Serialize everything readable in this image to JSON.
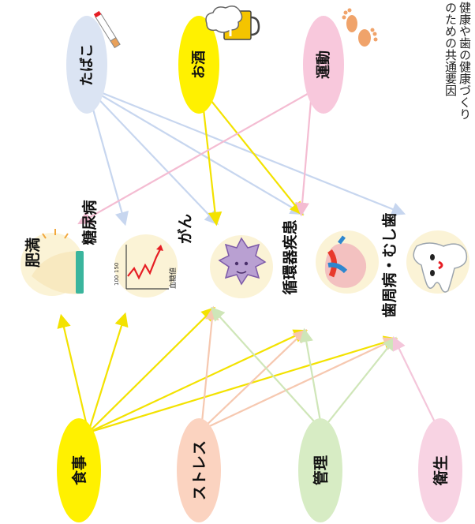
{
  "causes_top": [
    {
      "id": "tabako",
      "label": "たばこ",
      "color": "#dbe4f3",
      "icon": "cigarette-icon"
    },
    {
      "id": "osake",
      "label": "お酒",
      "color": "#fff100",
      "icon": "beer-mug-icon"
    },
    {
      "id": "undou",
      "label": "運動",
      "color": "#f8c8dc",
      "icon": "footprints-icon"
    }
  ],
  "diseases": [
    {
      "id": "himan",
      "label": "肥満",
      "icon": "belly-icon"
    },
    {
      "id": "tonyo",
      "label": "糖尿病",
      "icon": "blood-sugar-graph-icon",
      "chart_axis": "血糖値",
      "ticks": [
        "150",
        "100"
      ]
    },
    {
      "id": "gan",
      "label": "がん",
      "icon": "cancer-cell-icon"
    },
    {
      "id": "junkan",
      "label": "循環器疾患",
      "icon": "heart-icon"
    },
    {
      "id": "shishu",
      "label": "歯周病・むし歯",
      "icon": "tooth-icon"
    }
  ],
  "causes_bottom": [
    {
      "id": "shokuji",
      "label": "食事",
      "color": "#fff100"
    },
    {
      "id": "stress",
      "label": "ストレス",
      "color": "#fbd3c0"
    },
    {
      "id": "kanri",
      "label": "管理",
      "color": "#d7ecc4"
    },
    {
      "id": "eisei",
      "label": "衛生",
      "color": "#f8d3e3"
    }
  ],
  "caption": [
    "健康や歯の健康づくり",
    "のための共通要因"
  ],
  "links": [
    {
      "from": "tabako",
      "to": "tonyo",
      "color": "#c7d6ef"
    },
    {
      "from": "tabako",
      "to": "gan",
      "color": "#c7d6ef"
    },
    {
      "from": "tabako",
      "to": "junkan",
      "color": "#c7d6ef"
    },
    {
      "from": "tabako",
      "to": "shishu",
      "color": "#c7d6ef"
    },
    {
      "from": "osake",
      "to": "gan",
      "color": "#f3e200"
    },
    {
      "from": "osake",
      "to": "junkan",
      "color": "#f3e200"
    },
    {
      "from": "undou",
      "to": "himan",
      "color": "#f4bcd2"
    },
    {
      "from": "undou",
      "to": "junkan",
      "color": "#f4bcd2"
    },
    {
      "from": "shokuji",
      "to": "himan",
      "color": "#f3e200"
    },
    {
      "from": "shokuji",
      "to": "tonyo",
      "color": "#f3e200"
    },
    {
      "from": "shokuji",
      "to": "gan",
      "color": "#f3e200"
    },
    {
      "from": "shokuji",
      "to": "junkan",
      "color": "#f3e200"
    },
    {
      "from": "shokuji",
      "to": "shishu",
      "color": "#f3e200"
    },
    {
      "from": "stress",
      "to": "gan",
      "color": "#f6c8b0"
    },
    {
      "from": "stress",
      "to": "junkan",
      "color": "#f6c8b0"
    },
    {
      "from": "stress",
      "to": "shishu",
      "color": "#f6c8b0"
    },
    {
      "from": "kanri",
      "to": "gan",
      "color": "#cfe6b8"
    },
    {
      "from": "kanri",
      "to": "junkan",
      "color": "#cfe6b8"
    },
    {
      "from": "kanri",
      "to": "shishu",
      "color": "#cfe6b8"
    },
    {
      "from": "eisei",
      "to": "shishu",
      "color": "#f4c6da"
    }
  ]
}
